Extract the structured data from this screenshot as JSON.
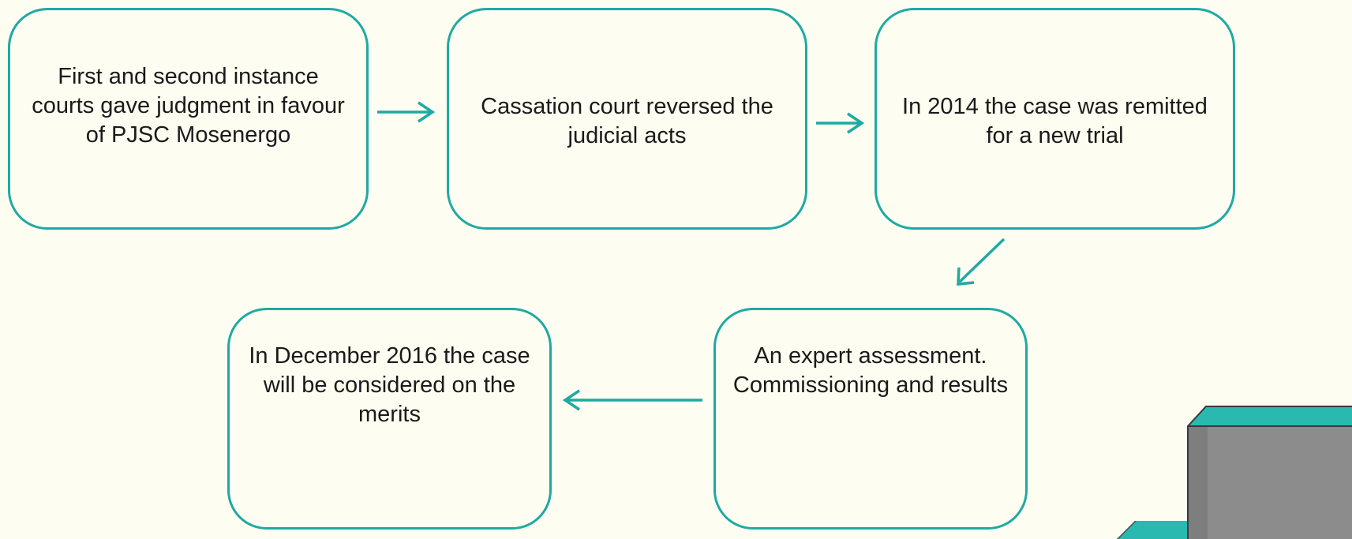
{
  "diagram": {
    "accent_color": "#1eaaa2",
    "background_color": "#fdfdf1",
    "steps": [
      {
        "id": "step-1",
        "text": "First and second instance courts gave judgment in favour of PJSC Mosenergo"
      },
      {
        "id": "step-2",
        "text": "Cassation court reversed the judicial acts"
      },
      {
        "id": "step-3",
        "text": "In 2014 the case was remitted for a new trial"
      },
      {
        "id": "step-4",
        "text": "An expert assessment. Commissioning and results"
      },
      {
        "id": "step-5",
        "text": "In December 2016 the case will be considered on the merits"
      }
    ],
    "connections": [
      {
        "from": "step-1",
        "to": "step-2"
      },
      {
        "from": "step-2",
        "to": "step-3"
      },
      {
        "from": "step-3",
        "to": "step-4"
      },
      {
        "from": "step-4",
        "to": "step-5"
      }
    ],
    "decoration": "stairs-graphic"
  }
}
